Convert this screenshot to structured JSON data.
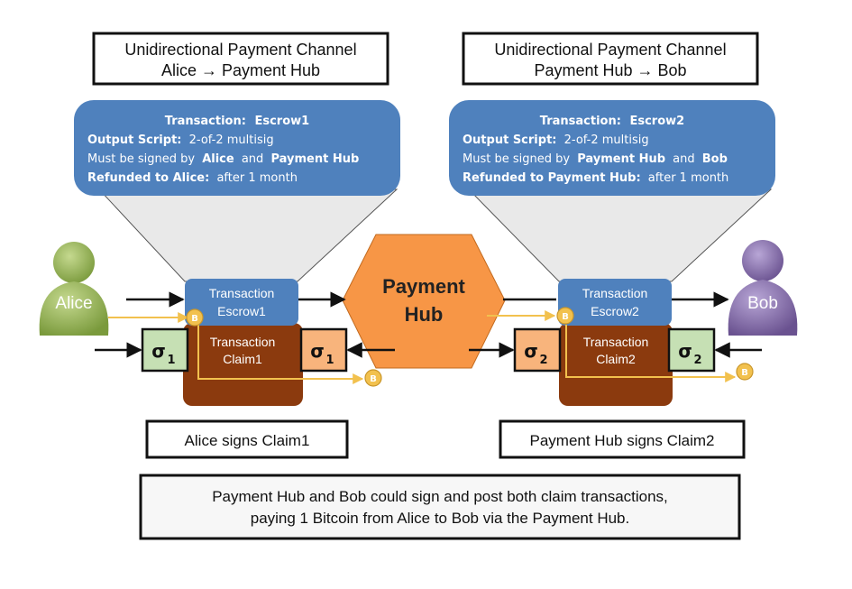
{
  "channels": [
    {
      "title_line1": "Unidirectional Payment Channel",
      "title_line2": "Alice → Payment Hub",
      "escrow": {
        "tx_label": "Transaction:",
        "tx_name": "Escrow1",
        "output_label": "Output Script:",
        "output_value": "2-of-2 multisig",
        "signed_prefix": "Must be signed by",
        "signer1": "Alice",
        "and": "and",
        "signer2": "Payment Hub",
        "refund_label": "Refunded to Alice:",
        "refund_value": "after 1 month"
      },
      "escrow_box_line1": "Transaction",
      "escrow_box_line2": "Escrow1",
      "claim_box_line1": "Transaction",
      "claim_box_line2": "Claim1",
      "sig_left": "σ",
      "sig_left_sub": "1",
      "sig_right": "σ",
      "sig_right_sub": "1",
      "caption": "Alice signs Claim1"
    },
    {
      "title_line1": "Unidirectional Payment Channel",
      "title_line2": "Payment Hub → Bob",
      "escrow": {
        "tx_label": "Transaction:",
        "tx_name": "Escrow2",
        "output_label": "Output Script:",
        "output_value": "2-of-2 multisig",
        "signed_prefix": "Must be signed by",
        "signer1": "Payment Hub",
        "and": "and",
        "signer2": "Bob",
        "refund_label": "Refunded to Payment Hub:",
        "refund_value": "after 1 month"
      },
      "escrow_box_line1": "Transaction",
      "escrow_box_line2": "Escrow2",
      "claim_box_line1": "Transaction",
      "claim_box_line2": "Claim2",
      "sig_left": "σ",
      "sig_left_sub": "2",
      "sig_right": "σ",
      "sig_right_sub": "2",
      "caption": "Payment Hub signs Claim2"
    }
  ],
  "actors": {
    "alice": "Alice",
    "bob": "Bob",
    "hub_line1": "Payment",
    "hub_line2": "Hub"
  },
  "coin_symbol": "B",
  "footer_line1": "Payment Hub and Bob could sign and post both claim transactions,",
  "footer_line2": "paying 1 Bitcoin from Alice to Bob via the Payment Hub.",
  "colors": {
    "bubble_blue": "#4f81bd",
    "funnel_gray": "#e8e8e8",
    "claim_brown": "#8b3a0e",
    "sig_green": "#c6e0b4",
    "sig_orange": "#f8b47c",
    "hub_orange": "#f79646",
    "alice_green": "#92b050",
    "bob_purple": "#8064a2",
    "coin_gold": "#f2c14e",
    "coin_arrow": "#f2c14e"
  }
}
